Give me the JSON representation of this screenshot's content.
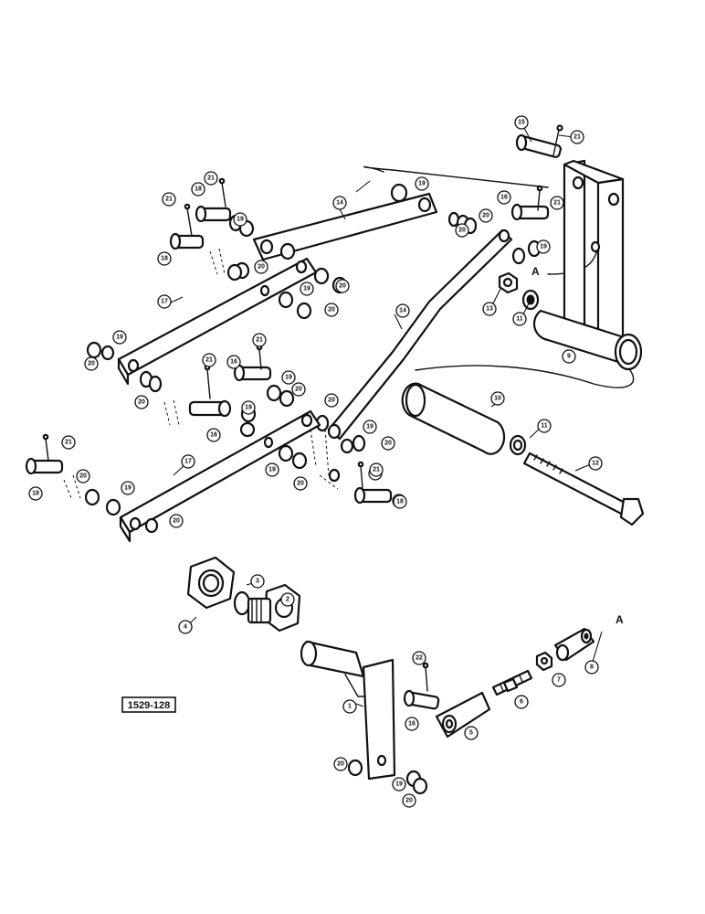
{
  "figure_code": "1529-128",
  "reference_letter": "A",
  "callouts": [
    {
      "id": "c15",
      "label": "15"
    },
    {
      "id": "c21a",
      "label": "21"
    },
    {
      "id": "c21b",
      "label": "21"
    },
    {
      "id": "c18a",
      "label": "18"
    },
    {
      "id": "c21c",
      "label": "21"
    },
    {
      "id": "c19a",
      "label": "19"
    },
    {
      "id": "c14a",
      "label": "14"
    },
    {
      "id": "c19b",
      "label": "19"
    },
    {
      "id": "c20a",
      "label": "20"
    },
    {
      "id": "c16a",
      "label": "16"
    },
    {
      "id": "c21d",
      "label": "21"
    },
    {
      "id": "c20b",
      "label": "20"
    },
    {
      "id": "c18b",
      "label": "18"
    },
    {
      "id": "c20c",
      "label": "20"
    },
    {
      "id": "c19c",
      "label": "19"
    },
    {
      "id": "c17a",
      "label": "17"
    },
    {
      "id": "c19d",
      "label": "19"
    },
    {
      "id": "c20d",
      "label": "20"
    },
    {
      "id": "c19e",
      "label": "19"
    },
    {
      "id": "c20e",
      "label": "20"
    },
    {
      "id": "c13",
      "label": "13"
    },
    {
      "id": "c11a",
      "label": "11"
    },
    {
      "id": "c14b",
      "label": "14"
    },
    {
      "id": "c9",
      "label": "9"
    },
    {
      "id": "c21e",
      "label": "21"
    },
    {
      "id": "c21f",
      "label": "21"
    },
    {
      "id": "c16b",
      "label": "16"
    },
    {
      "id": "c20f",
      "label": "20"
    },
    {
      "id": "c19f",
      "label": "19"
    },
    {
      "id": "c20g",
      "label": "20"
    },
    {
      "id": "c16c",
      "label": "16"
    },
    {
      "id": "c19g",
      "label": "19"
    },
    {
      "id": "c20h",
      "label": "20"
    },
    {
      "id": "c19h",
      "label": "19"
    },
    {
      "id": "c20i",
      "label": "20"
    },
    {
      "id": "c20j",
      "label": "20"
    },
    {
      "id": "c21g",
      "label": "21"
    },
    {
      "id": "c18c",
      "label": "18"
    },
    {
      "id": "c10",
      "label": "10"
    },
    {
      "id": "c11b",
      "label": "11"
    },
    {
      "id": "c12",
      "label": "12"
    },
    {
      "id": "c21h",
      "label": "21"
    },
    {
      "id": "c20k",
      "label": "20"
    },
    {
      "id": "c18d",
      "label": "18"
    },
    {
      "id": "c19i",
      "label": "19"
    },
    {
      "id": "c17b",
      "label": "17"
    },
    {
      "id": "c19j",
      "label": "19"
    },
    {
      "id": "c20l",
      "label": "20"
    },
    {
      "id": "c20m",
      "label": "20"
    },
    {
      "id": "c21i",
      "label": "21"
    },
    {
      "id": "c18e",
      "label": "18"
    },
    {
      "id": "c3",
      "label": "3"
    },
    {
      "id": "c2",
      "label": "2"
    },
    {
      "id": "c4",
      "label": "4"
    },
    {
      "id": "c22",
      "label": "22"
    },
    {
      "id": "c7",
      "label": "7"
    },
    {
      "id": "c8",
      "label": "8"
    },
    {
      "id": "c6",
      "label": "6"
    },
    {
      "id": "c1",
      "label": "1"
    },
    {
      "id": "c16d",
      "label": "16"
    },
    {
      "id": "c5",
      "label": "5"
    },
    {
      "id": "c20n",
      "label": "20"
    },
    {
      "id": "c19k",
      "label": "19"
    },
    {
      "id": "c20o",
      "label": "20"
    }
  ]
}
